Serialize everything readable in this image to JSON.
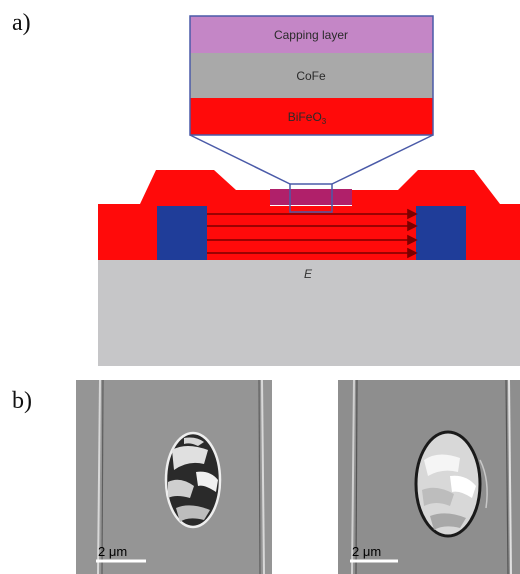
{
  "panels": {
    "a_label": "a)",
    "b_label": "b)"
  },
  "inset": {
    "capping_label": "Capping layer",
    "cofe_label": "CoFe",
    "bifeo3_label": "BiFeO",
    "bifeo3_subscript": "3"
  },
  "field_label": "E",
  "scale_bars": {
    "left": "2 μm",
    "right": "2 μm"
  },
  "colors": {
    "capping": "#c486c6",
    "cofe": "#a9a9a9",
    "bifeo3": "#ff0a0a",
    "electrode": "#1f3d99",
    "substrate": "#c6c6c8",
    "arrow": "#7a0000",
    "inset_border": "#4a5aa8"
  }
}
